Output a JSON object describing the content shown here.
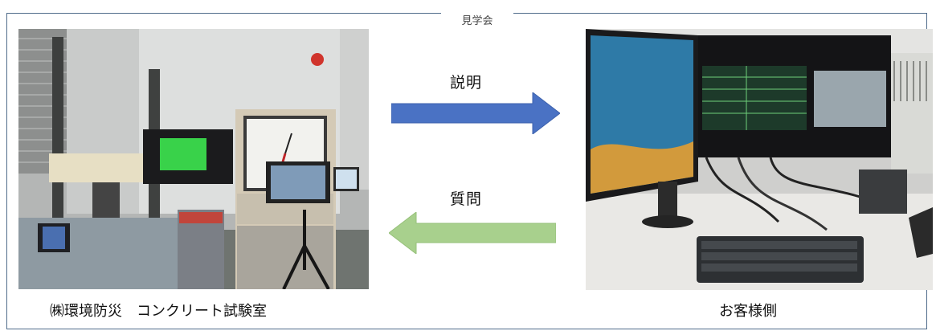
{
  "top_caption": "見学会",
  "arrows": {
    "explain_label": "説明",
    "question_label": "質問",
    "explain_color": "#4a72c4",
    "question_color": "#a8d08d"
  },
  "photos": {
    "left_caption": "㈱環境防災　コンクリート試験室",
    "right_caption": "お客様側"
  },
  "colors": {
    "frame_border": "#4f6b8a"
  }
}
